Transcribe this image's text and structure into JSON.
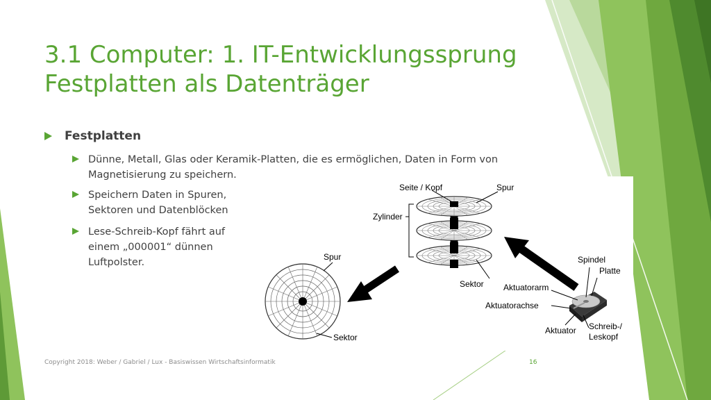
{
  "title": {
    "line1": "3.1 Computer: 1. IT-Entwicklungssprung",
    "line2": "Festplatten als Datenträger"
  },
  "bullets": {
    "main": "Festplatten",
    "sub": [
      "Dünne, Metall, Glas oder Keramik-Platten, die es ermöglichen, Daten in Form von\nMagnetisierung zu speichern.",
      "Speichern Daten in Spuren,\nSektoren und Datenblöcken",
      "Lese-Schreib-Kopf fährt auf\neinem „000001“ dünnen\nLuftpolster."
    ]
  },
  "figure": {
    "labels": {
      "seite_kopf": "Seite / Kopf",
      "spur_top": "Spur",
      "zylinder": "Zylinder",
      "sektor_mid": "Sektor",
      "spur_left": "Spur",
      "sektor_bottom": "Sektor",
      "spindel": "Spindel",
      "platte": "Platte",
      "aktuatorarm": "Aktuatorarm",
      "aktuatorachse": "Aktuatorachse",
      "aktuator": "Aktuator",
      "schreib1": "Schreib-/",
      "schreib2": "Leskopf"
    }
  },
  "footer": {
    "copyright": "Copyright 2018: Weber / Gabriel / Lux - Basiswissen Wirtschaftsinformatik",
    "page": "16"
  },
  "colors": {
    "accent": "#59a534",
    "text": "#404040",
    "deco_light": "#c6e0b4",
    "deco_mid": "#8fc35c",
    "deco_dark": "#5e9a37"
  }
}
